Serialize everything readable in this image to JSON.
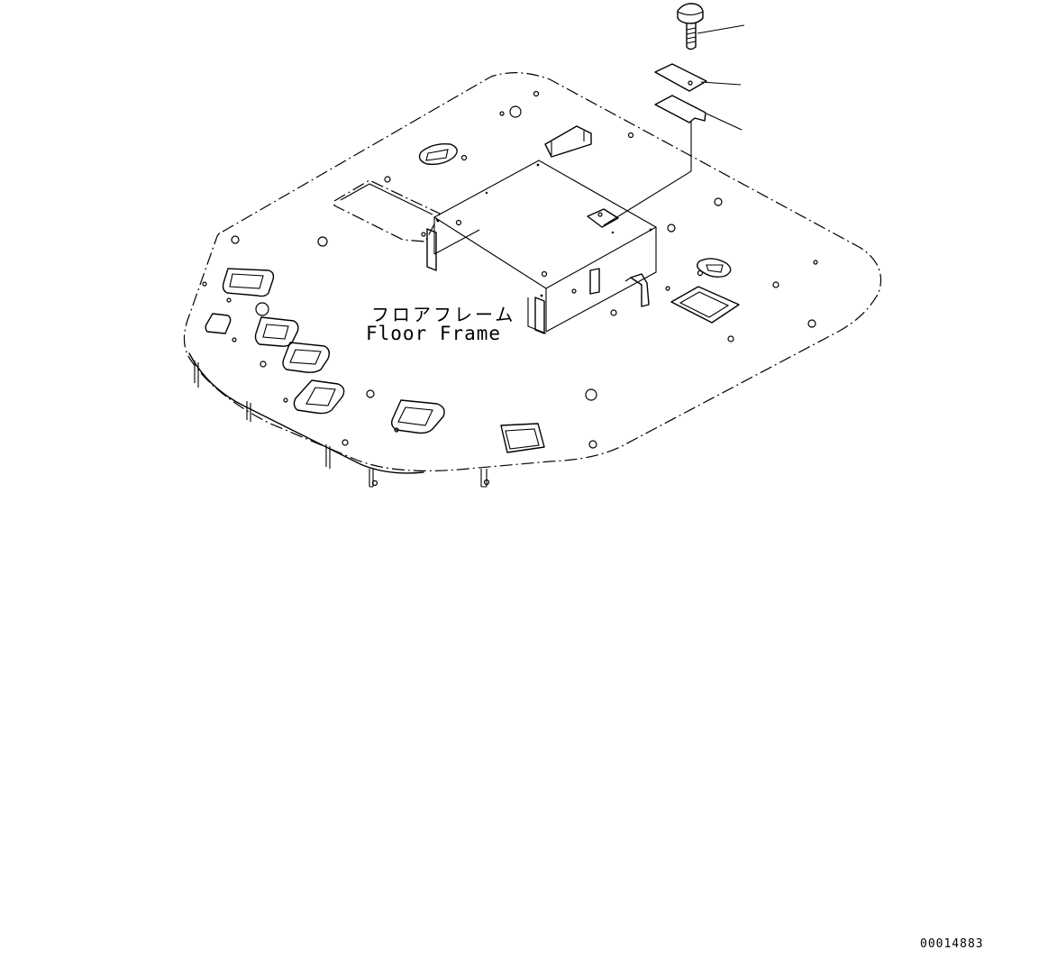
{
  "part_label": {
    "japanese": "フロアフレーム",
    "english": "Floor Frame"
  },
  "drawing_number": "00014883"
}
